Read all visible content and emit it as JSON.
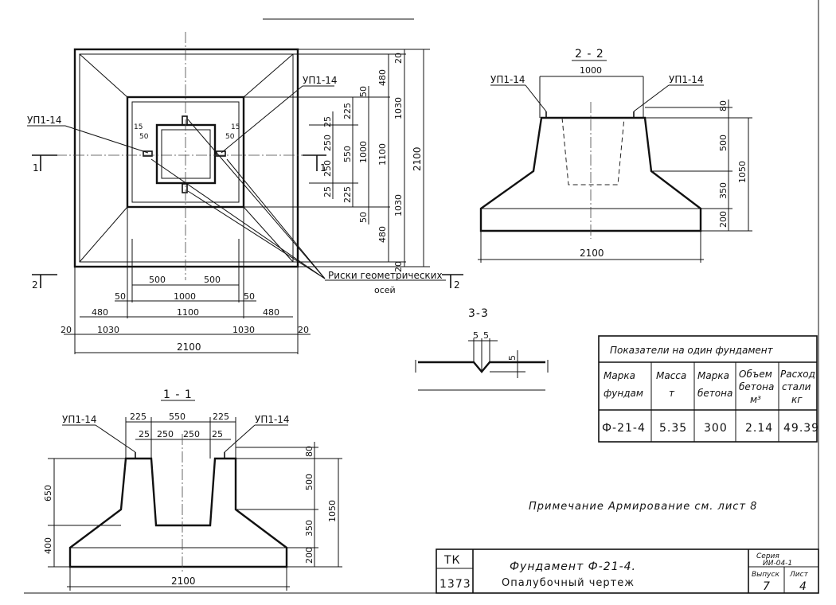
{
  "plan": {
    "ref_left": "УП1-14",
    "ref_right": "УП1-14",
    "axis_marks_note_1": "Риски геометрических",
    "axis_marks_note_2": "осей",
    "cut1_left": "1",
    "cut1_right": "1",
    "cut2_left": "2",
    "cut2_right": "2",
    "dim_50a": "50",
    "dim_50b": "50",
    "dim_15a": "15",
    "dim_15b": "15",
    "v_20": "20",
    "v_480": "480",
    "v_1030": "1030",
    "v_2100": "2100",
    "v_50": "50",
    "v_225": "225",
    "v_25": "25",
    "v_250": "250",
    "v_550": "550",
    "v_1000": "1000",
    "v_1100": "1100",
    "v_250b": "250",
    "v_25b": "25",
    "v_225b": "225",
    "v_50b": "50",
    "v_1030b": "1030",
    "v_480b": "480",
    "v_20b": "20",
    "h_500a": "500",
    "h_500b": "500",
    "h_50a": "50",
    "h_1000": "1000",
    "h_50b": "50",
    "h_480a": "480",
    "h_1100": "1100",
    "h_480b": "480",
    "h_20a": "20",
    "h_1030a": "1030",
    "h_1030b": "1030",
    "h_20b": "20",
    "h_2100": "2100"
  },
  "section_2_2": {
    "title": "2 - 2",
    "ref_left": "УП1-14",
    "ref_right": "УП1-14",
    "d_1000": "1000",
    "d_80": "80",
    "d_500": "500",
    "d_350": "350",
    "d_200": "200",
    "d_1050": "1050",
    "d_2100": "2100"
  },
  "section_3_3": {
    "title": "3-3",
    "d_5a": "5",
    "d_5b": "5",
    "d_5c": "5"
  },
  "section_1_1": {
    "title": "1 - 1",
    "ref_left": "УП1-14",
    "ref_right": "УП1-14",
    "t_225a": "225",
    "t_550": "550",
    "t_225b": "225",
    "t_25a": "25",
    "t_250a": "250",
    "t_250b": "250",
    "t_25b": "25",
    "l_650": "650",
    "l_400": "400",
    "r_80": "80",
    "r_500": "500",
    "r_350": "350",
    "r_200": "200",
    "r_1050": "1050",
    "b_2100": "2100"
  },
  "table": {
    "title": "Показатели на один фундамент",
    "h1a": "Марка",
    "h1b": "фундам",
    "h2a": "Масса",
    "h2b": "т",
    "h3a": "Марка",
    "h3b": "бетона",
    "h4a": "Объем",
    "h4b": "бетона",
    "h4c": "м³",
    "h5a": "Расход",
    "h5b": "стали",
    "h5c": "кг",
    "r_mark": "Ф-21-4",
    "r_mass": "5.35",
    "r_concrete": "300",
    "r_volume": "2.14",
    "r_steel": "49.39"
  },
  "note": "Примечание  Армирование см. лист 8",
  "stamp": {
    "tk": "ТК",
    "number": "1373",
    "title": "Фундамент      Ф-21-4.",
    "subtitle": "Опалубочный чертеж",
    "series_label": "Серия",
    "series_value": "ИИ-04-1",
    "issue_label": "Выпуск",
    "issue_value": "7",
    "sheet_label": "Лист",
    "sheet_value": "4"
  }
}
